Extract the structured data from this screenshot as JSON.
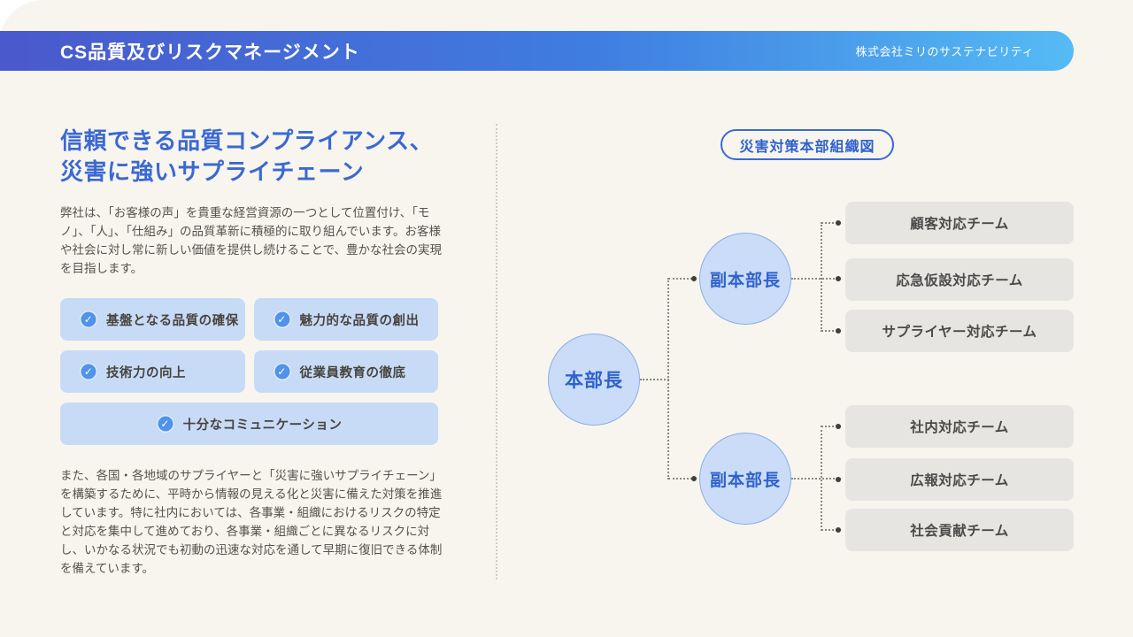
{
  "header": {
    "title": "CS品質及びリスクマネージメント",
    "company": "株式会社ミリのサステナビリティ"
  },
  "left_panel": {
    "heading_line1": "信頼できる品質コンプライアンス、",
    "heading_line2": "災害に強いサプライチェーン",
    "paragraph1": "弊社は、「お客様の声」を貴重な経営資源の一つとして位置付け、「モノ」、「人」、「仕組み」の品質革新に積極的に取り組んでいます。お客様や社会に対し常に新しい価値を提供し続けることで、豊かな社会の実現を目指します。",
    "quality_items": [
      {
        "label": "基盤となる品質の確保",
        "icon": "check-circle-icon"
      },
      {
        "label": "魅力的な品質の創出",
        "icon": "check-circle-icon"
      },
      {
        "label": "技術力の向上",
        "icon": "check-circle-icon"
      },
      {
        "label": "従業員教育の徹底",
        "icon": "check-circle-icon"
      },
      {
        "label": "十分なコミュニケーション",
        "icon": "check-circle-icon"
      }
    ],
    "paragraph2": "また、各国・各地域のサプライヤーと「災害に強いサプライチェーン」を構築するために、平時から情報の見える化と災害に備えた対策を推進しています。特に社内においては、各事業・組織におけるリスクの特定と対応を集中して進めており、各事業・組織ごとに異なるリスクに対し、いかなる状況でも初動の迅速な対応を通して早期に復旧できる体制を備えています。"
  },
  "org_chart": {
    "badge_label": "災害対策本部組織図",
    "chief": "本部長",
    "deputy_top": "副本部長",
    "deputy_bottom": "副本部長",
    "teams_top": [
      "顧客対応チーム",
      "応急仮設対応チーム",
      "サプライヤー対応チーム"
    ],
    "teams_bottom": [
      "社内対応チーム",
      "広報対応チーム",
      "社会貢献チーム"
    ]
  },
  "colors": {
    "accent_blue": "#3a69d2",
    "header_gradient_start": "#4a59cc",
    "header_gradient_end": "#55bbf5",
    "pill_background": "#c8dbf6",
    "check_icon_blue": "#4f93ea",
    "circle_fill": "#cadcf7",
    "team_box_fill": "#e7e5e2",
    "page_background": "#f8f5ef"
  }
}
